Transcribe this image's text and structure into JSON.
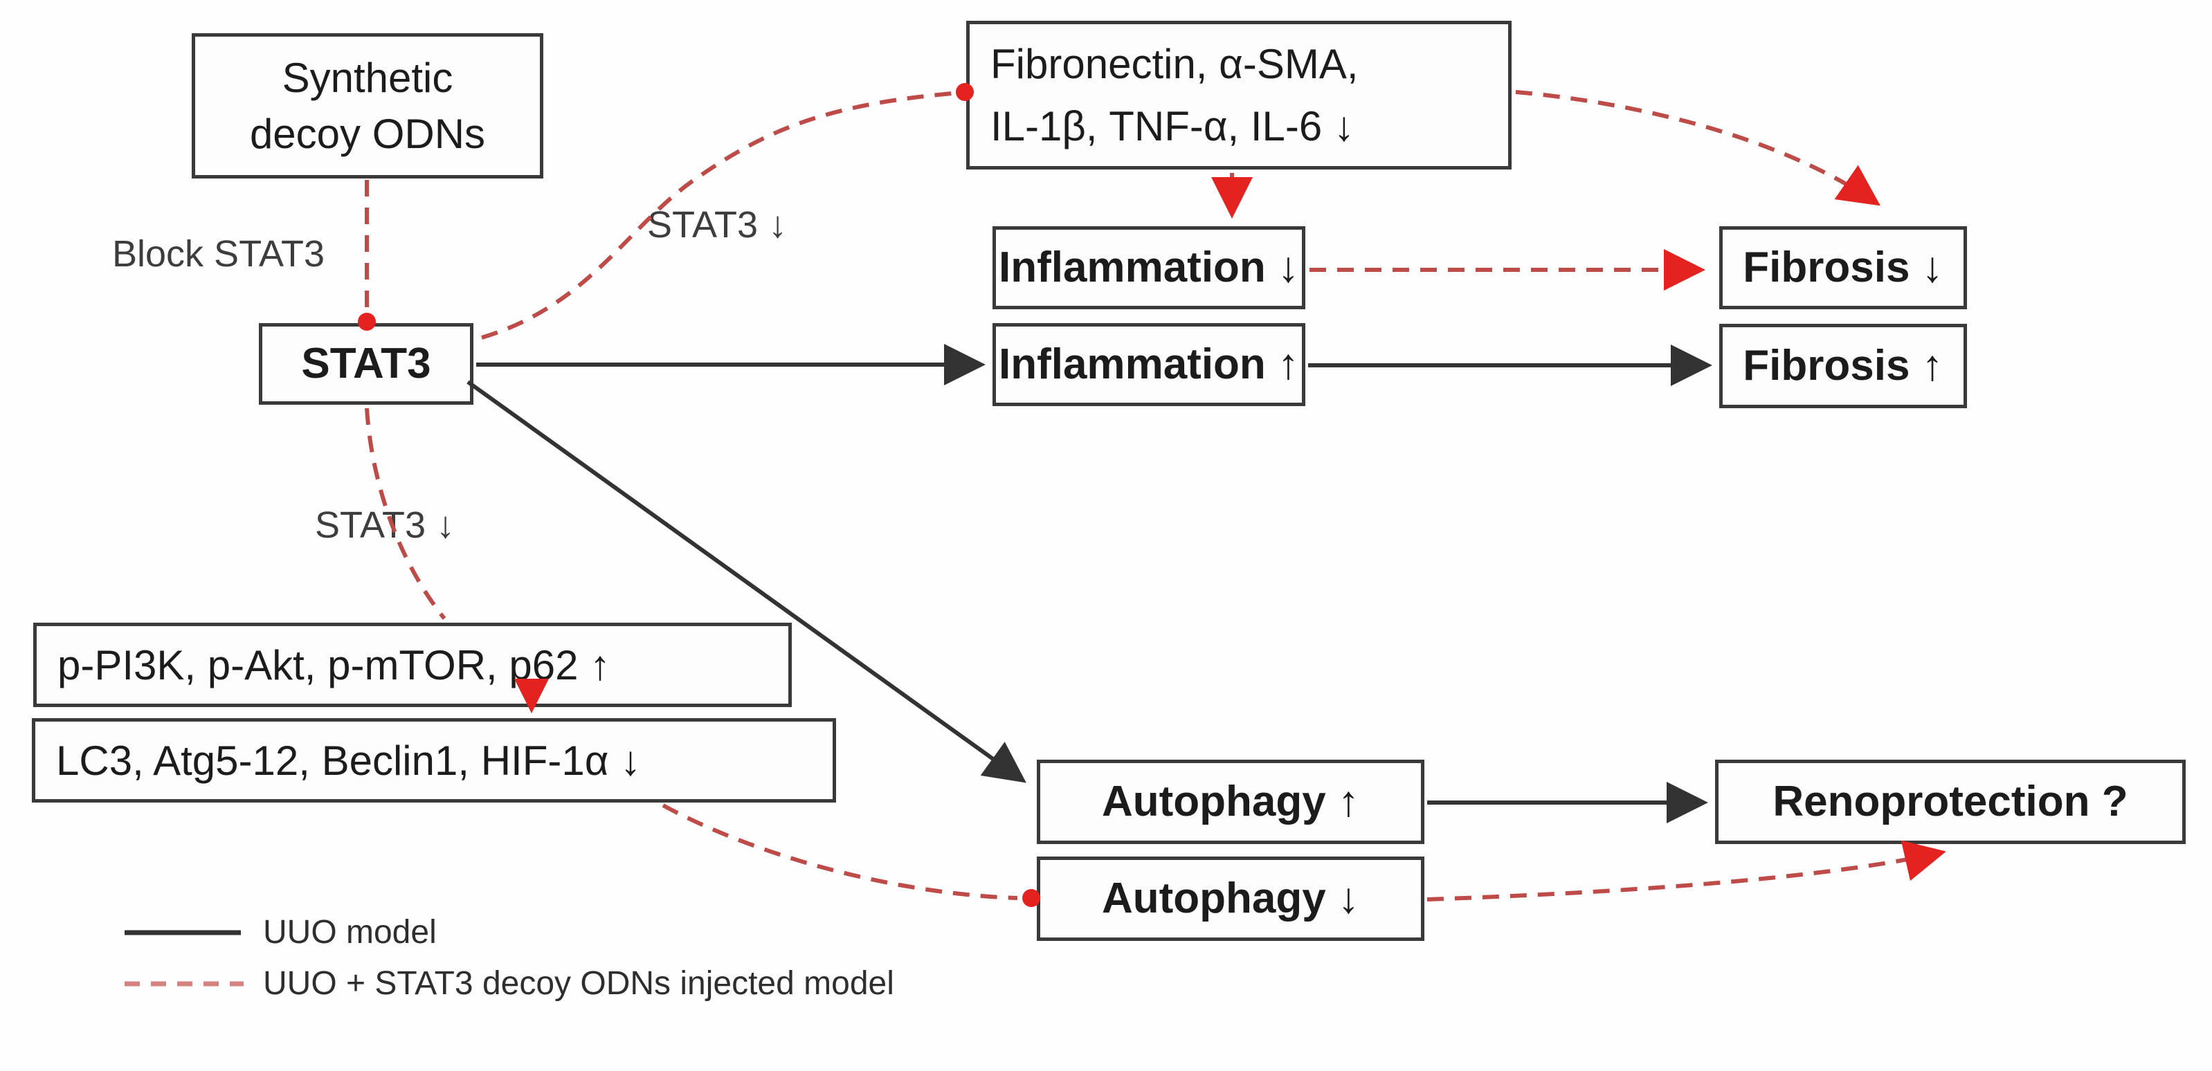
{
  "diagram": {
    "title_domain": "STAT3 decoy ODN signaling pathway diagram (UUO kidney model)",
    "nodes": {
      "synthetic": {
        "line1": "Synthetic",
        "line2": "decoy ODNs"
      },
      "stat3": {
        "label": "STAT3"
      },
      "fibronectin": {
        "line1": "Fibronectin, α-SMA,",
        "line2": "IL-1β, TNF-α, IL-6 ↓"
      },
      "inflammation_down": {
        "label": "Inflammation ↓"
      },
      "inflammation_up": {
        "label": "Inflammation ↑"
      },
      "fibrosis_down": {
        "label": "Fibrosis ↓"
      },
      "fibrosis_up": {
        "label": "Fibrosis ↑"
      },
      "pi3k": {
        "label": "p-PI3K, p-Akt, p-mTOR, p62 ↑"
      },
      "lc3": {
        "label": "LC3, Atg5-12, Beclin1, HIF-1α ↓"
      },
      "autophagy_up": {
        "label": "Autophagy ↑"
      },
      "autophagy_down": {
        "label": "Autophagy ↓"
      },
      "renoprotection": {
        "label": "Renoprotection ?"
      }
    },
    "annotations": {
      "block_stat3": "Block STAT3",
      "stat3_down_upper": "STAT3 ↓",
      "stat3_down_lower": "STAT3 ↓"
    },
    "legend": {
      "solid_label": "UUO model",
      "dashed_label": "UUO + STAT3 decoy\nODNs injected model"
    },
    "colors": {
      "box_border": "#3a3a3a",
      "uuo_line": "#333333",
      "decoy_dash": "#bd4b48",
      "decoy_accent": "#e42320",
      "legend_dash": "#d4827f",
      "text": "#1c1c1c",
      "annotation_text": "#3d3d3d"
    },
    "edges": [
      {
        "from": "synthetic-decoy-odns",
        "to": "stat3",
        "model": "uuo-stat3-decoy",
        "style": "dashed-red",
        "end": "dot"
      },
      {
        "from": "stat3",
        "to": "fibronectin-panel",
        "model": "uuo-stat3-decoy",
        "style": "dashed-red",
        "end": "dot",
        "label": "STAT3 ↓"
      },
      {
        "from": "fibronectin-panel",
        "to": "inflammation-down",
        "model": "uuo-stat3-decoy",
        "style": "dashed-red",
        "end": "arrow"
      },
      {
        "from": "inflammation-down",
        "to": "fibrosis-down",
        "model": "uuo-stat3-decoy",
        "style": "dashed-red",
        "end": "arrow"
      },
      {
        "from": "fibronectin-panel",
        "to": "fibrosis-down",
        "model": "uuo-stat3-decoy",
        "style": "dashed-red",
        "end": "arrow"
      },
      {
        "from": "stat3",
        "to": "inflammation-up",
        "model": "uuo",
        "style": "solid-black",
        "end": "arrow"
      },
      {
        "from": "inflammation-up",
        "to": "fibrosis-up",
        "model": "uuo",
        "style": "solid-black",
        "end": "arrow"
      },
      {
        "from": "stat3",
        "to": "autophagy-up",
        "model": "uuo",
        "style": "solid-black",
        "end": "arrow"
      },
      {
        "from": "autophagy-up",
        "to": "renoprotection",
        "model": "uuo",
        "style": "solid-black",
        "end": "arrow"
      },
      {
        "from": "stat3",
        "to": "pi3k-panel",
        "model": "uuo-stat3-decoy",
        "style": "dashed-red",
        "label": "STAT3 ↓"
      },
      {
        "from": "pi3k-panel",
        "to": "lc3-panel",
        "model": "uuo-stat3-decoy",
        "style": "dashed-red",
        "end": "arrow"
      },
      {
        "from": "lc3-panel",
        "to": "autophagy-down",
        "model": "uuo-stat3-decoy",
        "style": "dashed-red",
        "end": "dot"
      },
      {
        "from": "autophagy-down",
        "to": "renoprotection",
        "model": "uuo-stat3-decoy",
        "style": "dashed-red",
        "end": "arrow"
      }
    ]
  }
}
